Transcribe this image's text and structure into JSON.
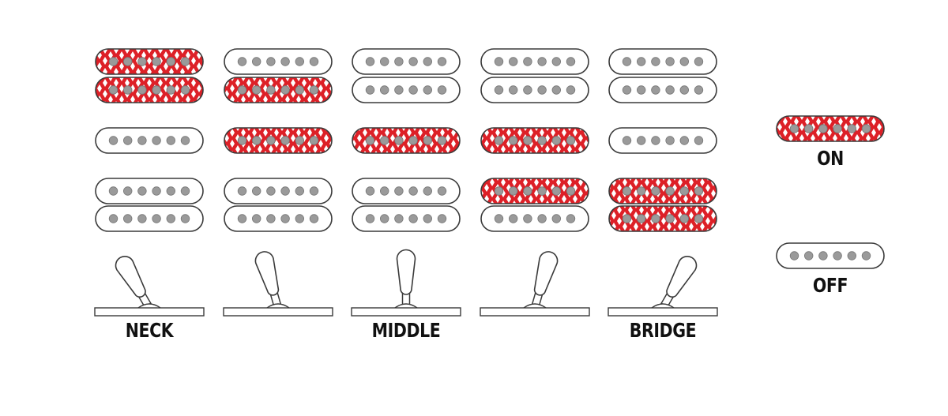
{
  "colors": {
    "on_fill": "#dd2027",
    "off_fill": "#ffffff",
    "outline": "#3a3a3a",
    "pole": "#9a9a9a",
    "diamond": "#ffffff",
    "text": "#111111"
  },
  "pole_count": 6,
  "positions": [
    {
      "label": "NECK",
      "lever": "far-left",
      "top_humbucker": [
        "on",
        "on"
      ],
      "single_coil": "off",
      "bottom_humbucker": [
        "off",
        "off"
      ]
    },
    {
      "label": "",
      "lever": "left",
      "top_humbucker": [
        "off",
        "on"
      ],
      "single_coil": "on",
      "bottom_humbucker": [
        "off",
        "off"
      ]
    },
    {
      "label": "MIDDLE",
      "lever": "center",
      "top_humbucker": [
        "off",
        "off"
      ],
      "single_coil": "on",
      "bottom_humbucker": [
        "off",
        "off"
      ]
    },
    {
      "label": "",
      "lever": "right",
      "top_humbucker": [
        "off",
        "off"
      ],
      "single_coil": "on",
      "bottom_humbucker": [
        "on",
        "off"
      ]
    },
    {
      "label": "BRIDGE",
      "lever": "far-right",
      "top_humbucker": [
        "off",
        "off"
      ],
      "single_coil": "off",
      "bottom_humbucker": [
        "on",
        "on"
      ]
    }
  ],
  "legend": {
    "on_label": "ON",
    "off_label": "OFF"
  }
}
